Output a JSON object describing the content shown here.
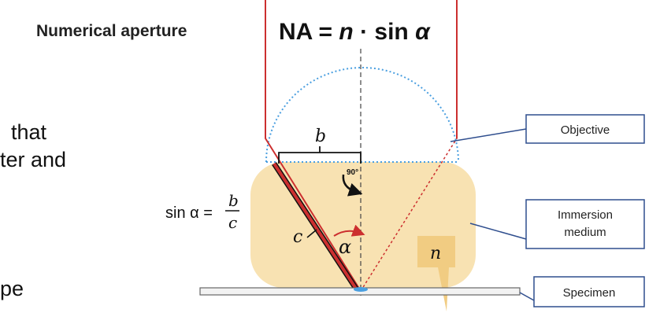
{
  "title": "Numerical aperture",
  "formula": {
    "lhs": "NA = ",
    "n": "n",
    "dot": " · sin ",
    "alpha": "α"
  },
  "labels": {
    "b": "b",
    "c": "c",
    "alpha": "α",
    "n": "n",
    "right_angle": "90°",
    "sine_lhs": "sin α =",
    "sine_num": "b",
    "sine_den": "c"
  },
  "callouts": {
    "objective": "Objective",
    "immersion_line1": "Immersion",
    "immersion_line2": "medium",
    "specimen": "Specimen"
  },
  "slide_fragments": [
    "that",
    "ter and",
    "pe"
  ],
  "colors": {
    "immersion": "#f8e2b2",
    "red_ray": "#cc2f2f",
    "objective_dotted": "#4a9fe0",
    "callout_border": "#2f4e8e"
  }
}
